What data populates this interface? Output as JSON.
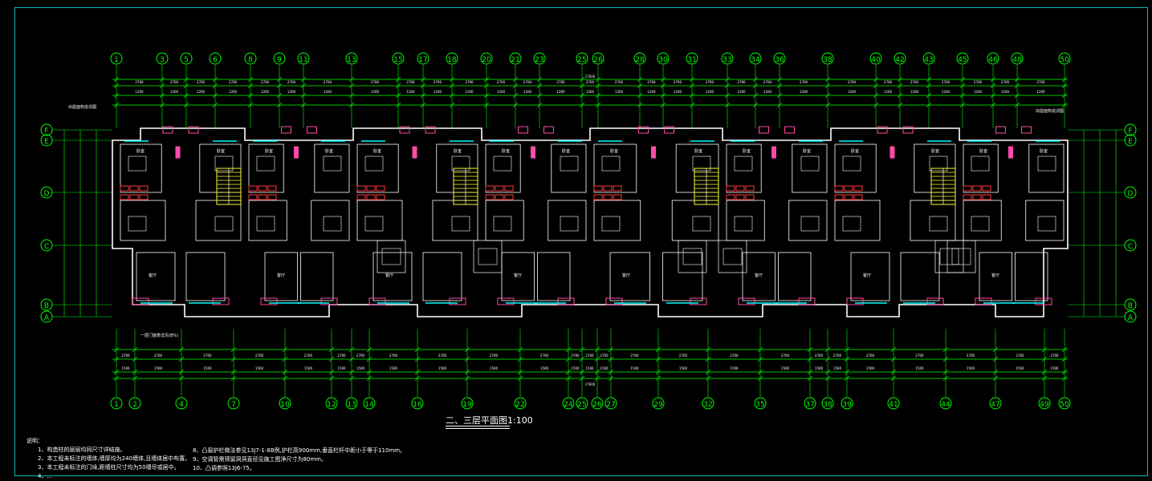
{
  "drawing": {
    "title": "二、三层平面图",
    "scale": "1:100",
    "notes_heading": "说明：",
    "notes_left": [
      "1、构造柱的层层均同尺寸详结施。",
      "2、本工程未标注的墙体,墙厚均为240墙体,且墙体居中布置。",
      "3、本工程未标注的门垛,距墙柱尺寸均为50墙尽或居中。",
      "4、..."
    ],
    "notes_right": [
      "8、凸窗护栏做法参见13J7-1-8B例,护栏高900mm,垂直栏杆中距小于等于110mm。",
      "9、空调管需预留洞洞直径见施工图净尺寸为80mm。",
      "10、凸调参照13J6-75。"
    ]
  },
  "axes": {
    "top": [
      "1",
      "3",
      "5",
      "6",
      "8",
      "9",
      "11",
      "13",
      "15",
      "17",
      "18",
      "20",
      "21",
      "23",
      "25",
      "26",
      "28",
      "30",
      "31",
      "33",
      "34",
      "36",
      "38",
      "40",
      "42",
      "43",
      "45",
      "46",
      "48",
      "50"
    ],
    "bottom": [
      "1",
      "2",
      "4",
      "7",
      "10",
      "12",
      "13",
      "14",
      "16",
      "19",
      "22",
      "24",
      "25",
      "26",
      "27",
      "29",
      "32",
      "35",
      "37",
      "38",
      "39",
      "41",
      "44",
      "47",
      "49",
      "50"
    ],
    "left": [
      "F",
      "E",
      "D",
      "C",
      "B",
      "A"
    ],
    "right": [
      "F",
      "E",
      "D",
      "C",
      "B",
      "A"
    ]
  },
  "colors": {
    "frame": "#00bcbc",
    "axis": "#00ff00",
    "wall": "#ffffff",
    "window": "#00ffff",
    "pink": "#ff4aa8",
    "red": "#ff3a3a",
    "yellow": "#ffff33",
    "text": "#ffffff"
  }
}
